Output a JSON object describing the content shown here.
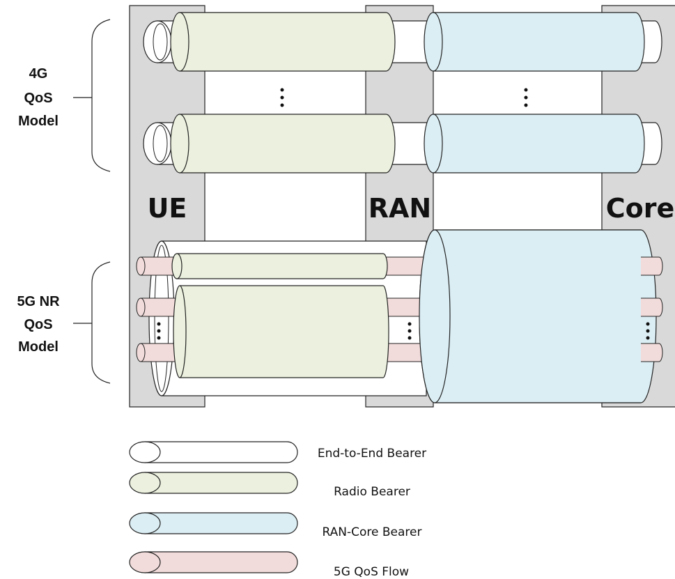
{
  "columns": {
    "ue": "UE",
    "ran": "RAN",
    "core": "Core"
  },
  "models": {
    "qos_4g": [
      "4G",
      "QoS",
      "Model"
    ],
    "qos_5g": [
      "5G NR",
      "QoS",
      "Model"
    ]
  },
  "legend": [
    {
      "label": "End-to-End Bearer",
      "color": "#ffffff"
    },
    {
      "label": "Radio Bearer",
      "color": "#ebf1de"
    },
    {
      "label": "RAN-Core Bearer",
      "color": "#dbeef4"
    },
    {
      "label": "5G QoS Flow",
      "color": "#f2dcdb"
    }
  ],
  "colors": {
    "column": "#d9d9d9",
    "stroke": "#222222"
  }
}
